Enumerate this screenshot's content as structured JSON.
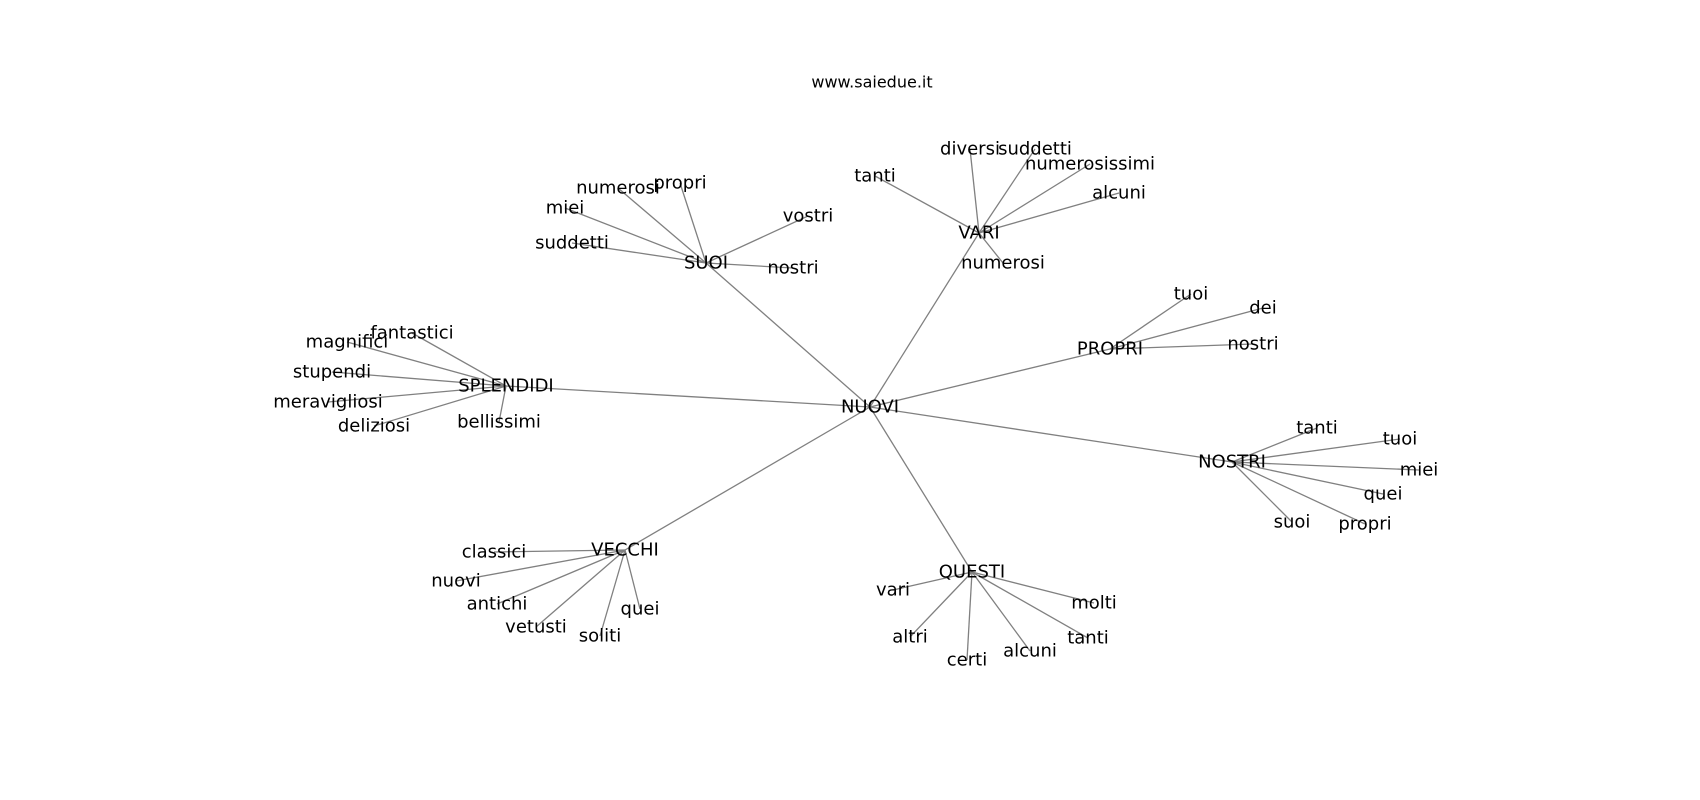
{
  "title": "www.saiedue.it",
  "center": {
    "label": "NUOVI"
  },
  "clusters": [
    {
      "label": "SUOI",
      "leaves": [
        "numerosi",
        "propri",
        "miei",
        "vostri",
        "suddetti",
        "nostri"
      ]
    },
    {
      "label": "VARI",
      "leaves": [
        "diversi",
        "suddetti",
        "numerosissimi",
        "tanti",
        "alcuni",
        "numerosi"
      ]
    },
    {
      "label": "PROPRI",
      "leaves": [
        "tuoi",
        "dei",
        "nostri"
      ]
    },
    {
      "label": "SPLENDIDI",
      "leaves": [
        "fantastici",
        "magnifici",
        "stupendi",
        "meravigliosi",
        "deliziosi",
        "bellissimi"
      ]
    },
    {
      "label": "NOSTRI",
      "leaves": [
        "tanti",
        "tuoi",
        "miei",
        "quei",
        "suoi",
        "propri"
      ]
    },
    {
      "label": "VECCHI",
      "leaves": [
        "classici",
        "nuovi",
        "antichi",
        "vetusti",
        "soliti",
        "quei"
      ]
    },
    {
      "label": "QUESTI",
      "leaves": [
        "vari",
        "molti",
        "altri",
        "tanti",
        "alcuni",
        "certi"
      ]
    }
  ],
  "colors": {
    "edge": "#808080",
    "text": "#000000",
    "background": "#ffffff"
  }
}
